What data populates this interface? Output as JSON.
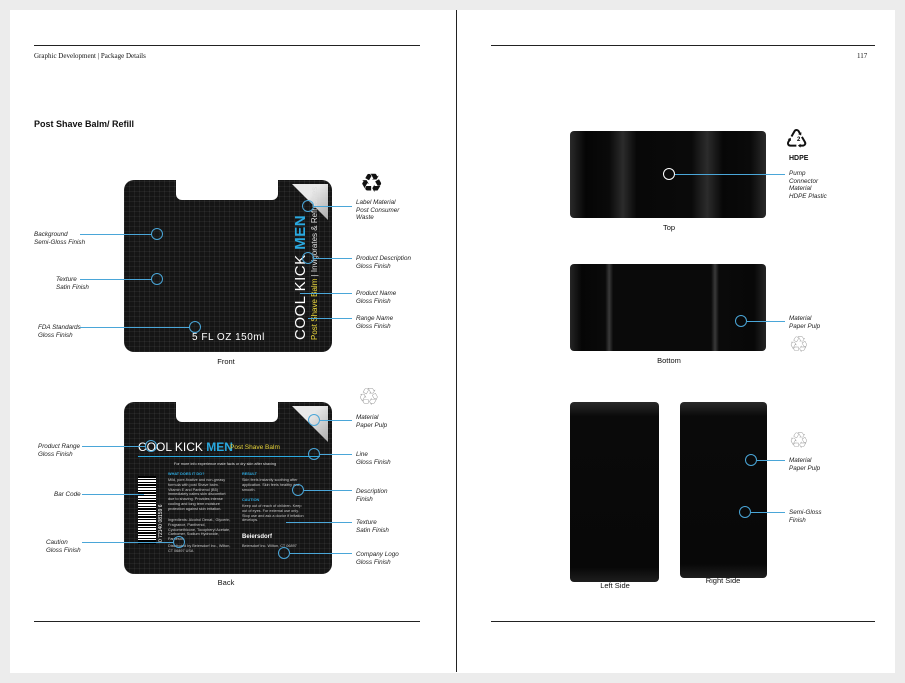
{
  "left_page": {
    "header": "Graphic Development  |  Package Details",
    "section_title": "Post Shave Balm/ Refill",
    "front": {
      "caption": "Front",
      "brand_main": "COOL KICK ",
      "brand_accent": "MEN",
      "range_name": "Post Shave Balm",
      "separator": " | ",
      "description": "Invigorates & Refreshes",
      "volume": "5 FL OZ 150ml",
      "callouts": {
        "background": [
          "Background",
          "Semi-Gloss Finish"
        ],
        "texture": [
          "Texture",
          "Satin Finish"
        ],
        "fda": [
          "FDA Standards",
          "Gloss Finish"
        ],
        "label_material": [
          "Label Material",
          "Post Consumer",
          "Waste"
        ],
        "product_description": [
          "Product Description",
          "Gloss Finish"
        ],
        "product_name": [
          "Product Name",
          "Gloss Finish"
        ],
        "range_name": [
          "Range Name",
          "Gloss Finish"
        ]
      }
    },
    "back": {
      "caption": "Back",
      "brand_main": "COOL KICK ",
      "brand_accent": "MEN",
      "range_name": "Post Shave Balm",
      "tagline": "For more info experience mate facts or dry skin after shaving",
      "col1_heading": "WHAT DOES IT DO?",
      "col1_body": "Mild, pore-fixative and non-greasy formula with post Shave balm. Vitamin E and Panthenol (B5) immediately calms skin discomfort due to shaving. Provides intense cooling and long term moisture protection against skin irritation.",
      "col1_ingredients": "Ingredients: Alcohol Denat., Glycerin, Fragrance, Panthenol, Cyclomethicone, Tocopheryl Acetate, Carbomer, Sodium Hydroxide, Farnesol.",
      "col1_address": "Distributed by Beiersdorf Inc., Wilton, CT 06897 USA",
      "col2_heading": "RESULT",
      "col2_body": "Skin feels instantly soothing after application. Skin feels healthy and smooth.",
      "col2_caution_heading": "CAUTION",
      "col2_caution": "Keep out of reach of children. Keep out of eyes. For external use only. Stop use and ask a doctor if irritation develops.",
      "company": "Beiersdorf",
      "company_address": "Beiersdorf Inc. Wilton, CT 06897",
      "barcode_number": "0 72140 08159 6",
      "callouts": {
        "product_range": [
          "Product Range",
          "Gloss Finish"
        ],
        "barcode": [
          "Bar Code"
        ],
        "caution": [
          "Caution",
          "Gloss Finish"
        ],
        "material": [
          "Material",
          "Paper Pulp"
        ],
        "line": [
          "Line",
          "Gloss Finish"
        ],
        "description": [
          "Description",
          "Finish"
        ],
        "texture": [
          "Texture",
          "Satin Finish"
        ],
        "company_logo": [
          "Company Logo",
          "Gloss Finish"
        ]
      }
    }
  },
  "right_page": {
    "page_number": "117",
    "hdpe_number": "2",
    "hdpe_label": "HDPE",
    "top": {
      "caption": "Top",
      "callout": [
        "Pump",
        "Connector",
        "Material",
        "HDPE Plastic"
      ]
    },
    "bottom": {
      "caption": "Bottom",
      "callout": [
        "Material",
        "Paper Pulp"
      ]
    },
    "left_side": {
      "caption": "Left Side"
    },
    "right_side": {
      "caption": "Right Side",
      "callout_material": [
        "Material",
        "Paper Pulp"
      ],
      "callout_finish": [
        "Semi-Gloss",
        "Finish"
      ]
    }
  },
  "icons": {
    "recycle": "recycle-icon",
    "hdpe": "hdpe-recycle-icon"
  },
  "colors": {
    "accent_blue": "#2aa9e0",
    "range_yellow": "#e8d43a",
    "callout_line": "#4aa6d8",
    "package_black": "#151515"
  }
}
